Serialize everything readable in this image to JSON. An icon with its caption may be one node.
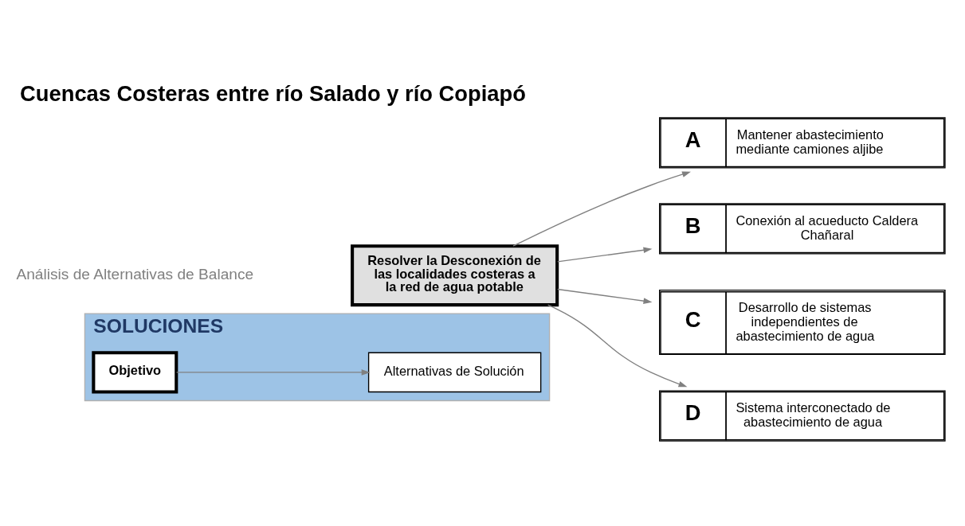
{
  "diagram": {
    "title": "Cuencas Costeras entre río Salado y río Copiapó",
    "nodes": [
      {
        "text": [
          "SOLUCIONES"
        ]
      },
      {
        "text": [
          "Objetivo"
        ],
        "in": 0
      },
      {
        "text": [
          "Alternativas de Solución"
        ],
        "in": 0
      },
      {
        "text": [
          "Resolver la Desconexión de las localidades costeras a la red de agua potable"
        ]
      },
      {
        "text": [
          "A",
          "Mantener abastecimiento mediante camiones aljibe"
        ]
      },
      {
        "text": [
          "B",
          "Conexión al acueducto Caldera Chañaral"
        ]
      },
      {
        "text": [
          "C",
          "Desarrollo de sistemas independientes de abastecimiento de agua"
        ]
      },
      {
        "text": [
          "D",
          "Sistema interconectado de abastecimiento de agua"
        ]
      }
    ],
    "edges": [
      {
        "from": 1,
        "to": 2,
        "arrow": "to"
      },
      {
        "from": 3,
        "to": 4,
        "arrow": "to"
      },
      {
        "from": 3,
        "to": 5,
        "arrow": "to"
      },
      {
        "from": 3,
        "to": 6,
        "arrow": "to"
      },
      {
        "from": 3,
        "to": 7,
        "arrow": "to"
      }
    ],
    "labels": [
      "Análisis de Alternativas de Balance"
    ]
  }
}
